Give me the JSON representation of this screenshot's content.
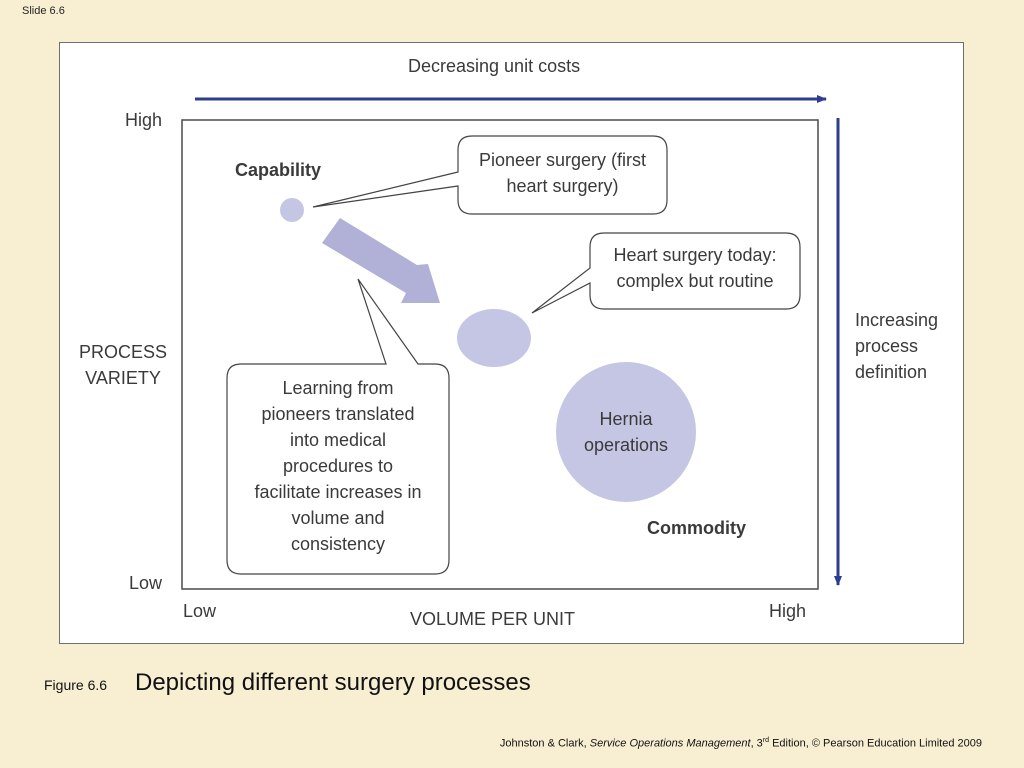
{
  "slide": {
    "label": "Slide 6.6"
  },
  "diagram": {
    "top_label": "Decreasing unit costs",
    "right_label": [
      "Increasing",
      "process",
      "definition"
    ],
    "y_axis": {
      "title": [
        "PROCESS",
        "VARIETY"
      ],
      "high": "High",
      "low": "Low"
    },
    "x_axis": {
      "title": "VOLUME PER UNIT",
      "low": "Low",
      "high": "High"
    },
    "capability_label": "Capability",
    "commodity_label": "Commodity",
    "callouts": {
      "pioneer": [
        "Pioneer surgery (first",
        "heart surgery)"
      ],
      "today": [
        "Heart surgery today:",
        "complex but routine"
      ],
      "learning": [
        "Learning from",
        "pioneers translated",
        "into medical",
        "procedures to",
        "facilitate increases in",
        "volume and",
        "consistency"
      ]
    },
    "hernia": [
      "Hernia",
      "operations"
    ],
    "colors": {
      "accent_arrow": "#2d3e8f",
      "bubble": "#c5c6e4",
      "big_arrow": "#b1b1d8"
    }
  },
  "caption": {
    "figure_number": "Figure 6.6",
    "title": "Depicting different surgery processes"
  },
  "footer": {
    "authors": "Johnston & Clark, ",
    "book": "Service Operations Management",
    "edition_pre": ", 3",
    "edition_sup": "rd",
    "rest": " Edition, © Pearson Education Limited 2009"
  }
}
